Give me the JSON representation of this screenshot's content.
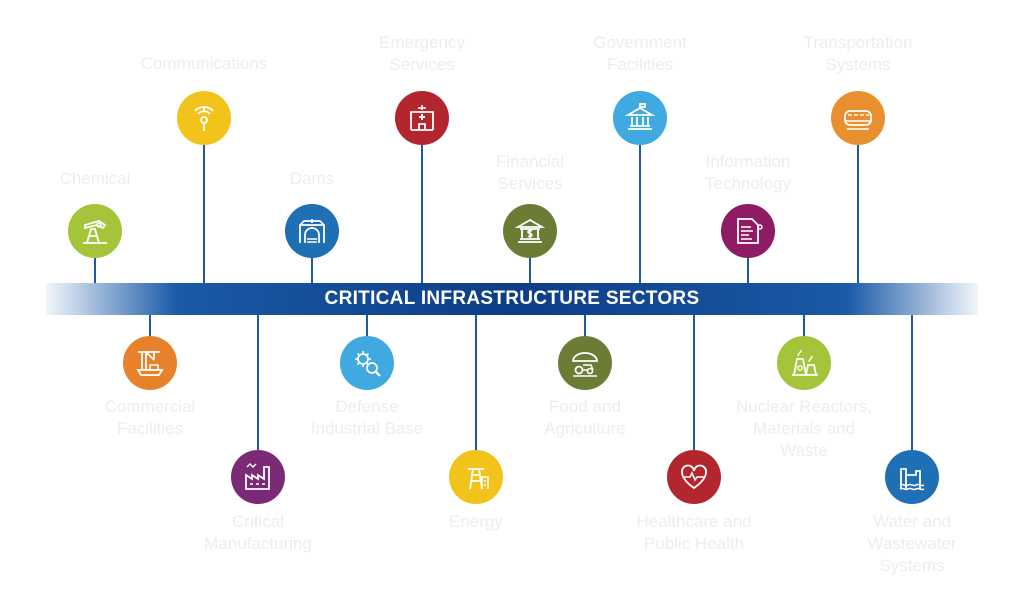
{
  "header": {
    "title": "CRITICAL INFRASTRUCTURE SECTORS"
  },
  "colors": {
    "band": "#0d3d86",
    "stem": "#1f5aa0",
    "label_text": "#e9eef3"
  },
  "sectors": [
    {
      "id": "chemical",
      "label": "Chemical",
      "color": "#a4c43a",
      "icon": "oil-pump-icon"
    },
    {
      "id": "communications",
      "label": "Communications",
      "color": "#f2c41b",
      "icon": "antenna-icon"
    },
    {
      "id": "dams",
      "label": "Dams",
      "color": "#1f6fb5",
      "icon": "dam-icon"
    },
    {
      "id": "emergency",
      "label": "Emergency\nServices",
      "color": "#b3262d",
      "icon": "hospital-icon"
    },
    {
      "id": "financial",
      "label": "Financial\nServices",
      "color": "#6b7d35",
      "icon": "bank-dollar-icon"
    },
    {
      "id": "government",
      "label": "Government\nFacilities",
      "color": "#3fa9e0",
      "icon": "government-building-icon"
    },
    {
      "id": "it",
      "label": "Information\nTechnology",
      "color": "#8e1b63",
      "icon": "code-document-icon"
    },
    {
      "id": "transportation",
      "label": "Transportation\nSystems",
      "color": "#e8902f",
      "icon": "train-icon"
    },
    {
      "id": "commercial",
      "label": "Commercial\nFacilities",
      "color": "#e8822a",
      "icon": "port-crane-icon"
    },
    {
      "id": "critical-manufacturing",
      "label": "Critical\nManufacturing",
      "color": "#7b2a78",
      "icon": "factory-icon"
    },
    {
      "id": "defense",
      "label": "Defense\nIndustrial Base",
      "color": "#3fa9e0",
      "icon": "gear-magnifier-icon"
    },
    {
      "id": "energy",
      "label": "Energy",
      "color": "#f2c41b",
      "icon": "power-tower-icon"
    },
    {
      "id": "food",
      "label": "Food and\nAgriculture",
      "color": "#6b7d35",
      "icon": "farm-tractor-icon"
    },
    {
      "id": "healthcare",
      "label": "Healthcare and\nPublic Health",
      "color": "#b3262d",
      "icon": "heart-pulse-icon"
    },
    {
      "id": "nuclear",
      "label": "Nuclear Reactors,\nMaterials and\nWaste",
      "color": "#a4c43a",
      "icon": "nuclear-plant-icon"
    },
    {
      "id": "water",
      "label": "Water and\nWastewater\nSystems",
      "color": "#1f6fb5",
      "icon": "water-treatment-icon"
    }
  ]
}
